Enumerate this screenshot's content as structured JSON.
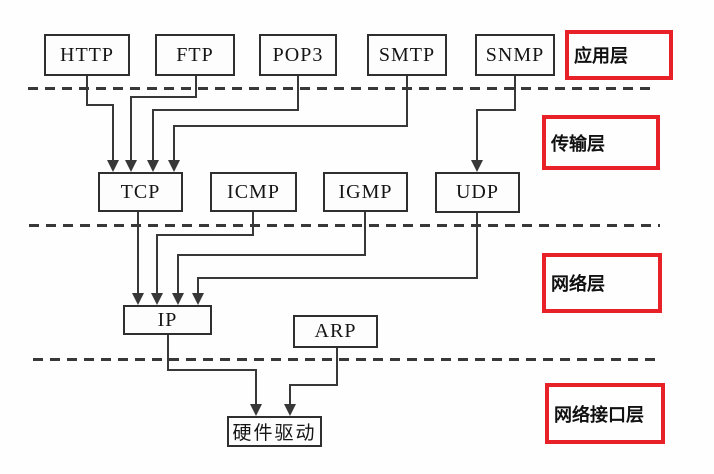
{
  "protocols": {
    "http": "HTTP",
    "ftp": "FTP",
    "pop3": "POP3",
    "smtp": "SMTP",
    "snmp": "SNMP",
    "tcp": "TCP",
    "icmp": "ICMP",
    "igmp": "IGMP",
    "udp": "UDP",
    "ip": "IP",
    "arp": "ARP",
    "hardware_driver": "硬件驱动"
  },
  "layers": {
    "application": "应用层",
    "transport": "传输层",
    "network": "网络层",
    "network_interface": "网络接口层"
  },
  "edges": [
    {
      "from": "HTTP",
      "to": "TCP"
    },
    {
      "from": "FTP",
      "to": "TCP"
    },
    {
      "from": "POP3",
      "to": "TCP"
    },
    {
      "from": "SMTP",
      "to": "TCP"
    },
    {
      "from": "SNMP",
      "to": "UDP"
    },
    {
      "from": "TCP",
      "to": "IP"
    },
    {
      "from": "ICMP",
      "to": "IP"
    },
    {
      "from": "IGMP",
      "to": "IP"
    },
    {
      "from": "UDP",
      "to": "IP"
    },
    {
      "from": "IP",
      "to": "硬件驱动"
    },
    {
      "from": "ARP",
      "to": "硬件驱动"
    }
  ],
  "colors": {
    "layer_label_border": "#e82028",
    "diagram_line": "#383838"
  }
}
